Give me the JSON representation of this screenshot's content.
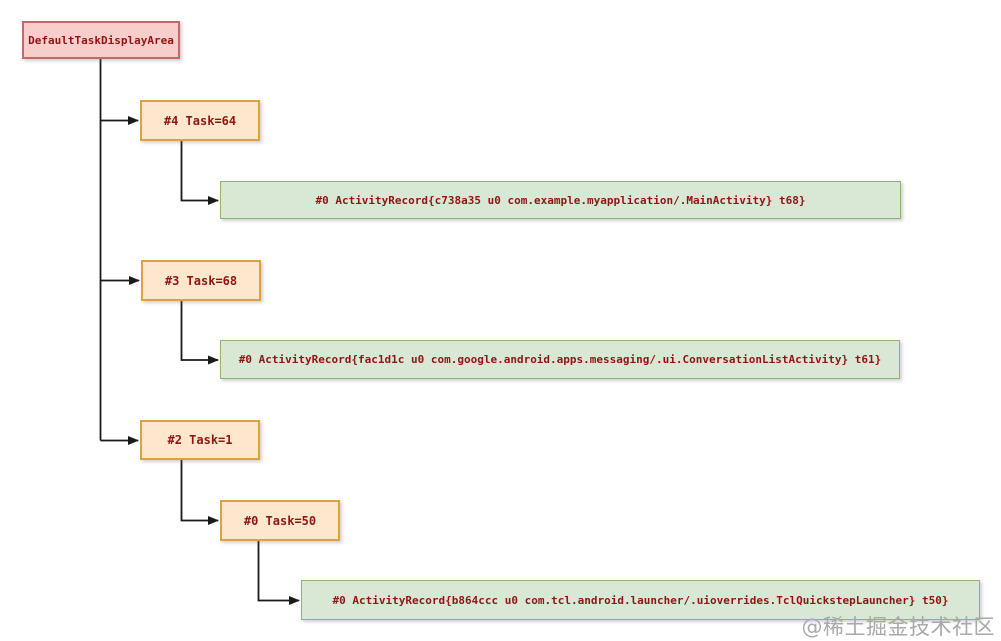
{
  "diagram": {
    "nodes": {
      "root": {
        "label": "DefaultTaskDisplayArea",
        "type": "display-area"
      },
      "task4": {
        "label": "#4 Task=64",
        "type": "task"
      },
      "task3": {
        "label": "#3 Task=68",
        "type": "task"
      },
      "task2": {
        "label": "#2 Task=1",
        "type": "task"
      },
      "task0": {
        "label": "#0 Task=50",
        "type": "task"
      },
      "act_t68": {
        "label": "#0 ActivityRecord{c738a35 u0 com.example.myapplication/.MainActivity} t68}",
        "type": "activity"
      },
      "act_t61": {
        "label": "#0 ActivityRecord{fac1d1c u0 com.google.android.apps.messaging/.ui.ConversationListActivity} t61}",
        "type": "activity"
      },
      "act_t50": {
        "label": "#0 ActivityRecord{b864ccc u0 com.tcl.android.launcher/.uioverrides.TclQuickstepLauncher} t50}",
        "type": "activity"
      }
    },
    "hierarchy": {
      "root": "DefaultTaskDisplayArea",
      "children": [
        {
          "task": "#4 Task=64",
          "children": [
            "#0 ActivityRecord{c738a35 u0 com.example.myapplication/.MainActivity} t68}"
          ]
        },
        {
          "task": "#3 Task=68",
          "children": [
            "#0 ActivityRecord{fac1d1c u0 com.google.android.apps.messaging/.ui.ConversationListActivity} t61}"
          ]
        },
        {
          "task": "#2 Task=1",
          "children": [
            {
              "task": "#0 Task=50",
              "children": [
                "#0 ActivityRecord{b864ccc u0 com.tcl.android.launcher/.uioverrides.TclQuickstepLauncher} t50}"
              ]
            }
          ]
        }
      ]
    },
    "watermark": "@稀土掘金技术社区"
  },
  "colors": {
    "display_area_fill": "#f8cecc",
    "display_area_border": "#c26866",
    "task_fill": "#ffe7cd",
    "task_border": "#dda23c",
    "activity_fill": "#d9e8d5",
    "activity_border": "#8ab578",
    "node_text": "#8f1414",
    "connector": "#1a1a1a",
    "watermark": "#a9a9a9",
    "canvas_bg": "#ffffff"
  }
}
